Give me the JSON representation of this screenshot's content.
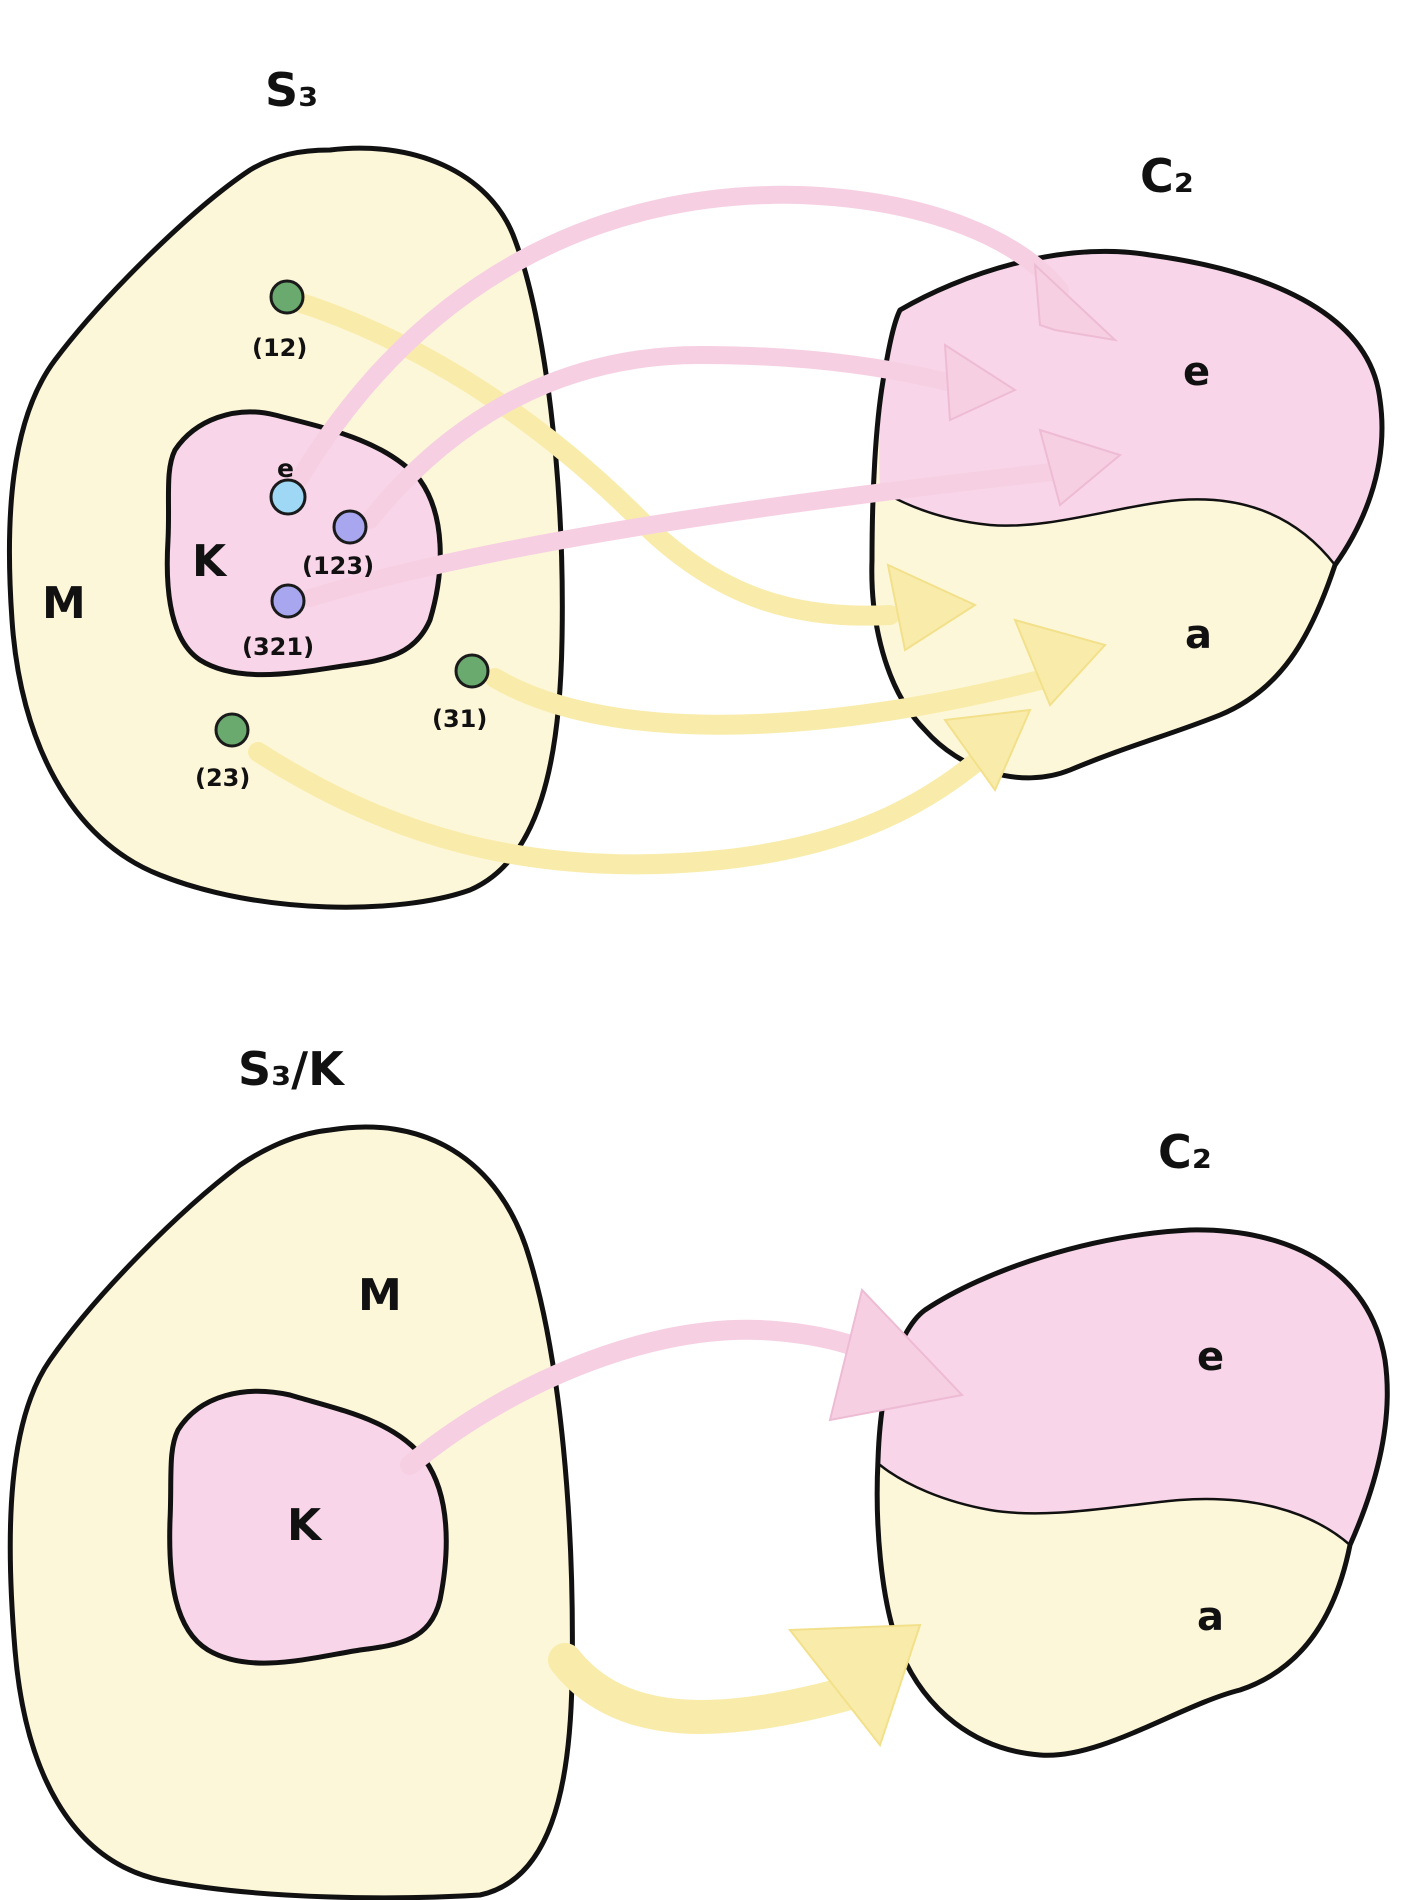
{
  "colors": {
    "yellow_fill": "#fdf7d9",
    "pink_fill": "#f8d5e8",
    "yellow_arrow": "#f9ecaa",
    "pink_arrow": "#f6d0e2",
    "green_dot": "#6aaa6e",
    "cyan_dot": "#9fd8f5",
    "lavender_dot": "#a9a6f0"
  },
  "top": {
    "title_left": "S₃",
    "title_right": "C₂",
    "label_m": "M",
    "label_k": "K",
    "label_e_small": "e",
    "label_e": "e",
    "label_a": "a",
    "elements": {
      "p12": "(12)",
      "p123": "(123)",
      "p321": "(321)",
      "p31": "(31)",
      "p23": "(23)"
    }
  },
  "bottom": {
    "title_left": "S₃/K",
    "title_right": "C₂",
    "label_m": "M",
    "label_k": "K",
    "label_e": "e",
    "label_a": "a"
  }
}
